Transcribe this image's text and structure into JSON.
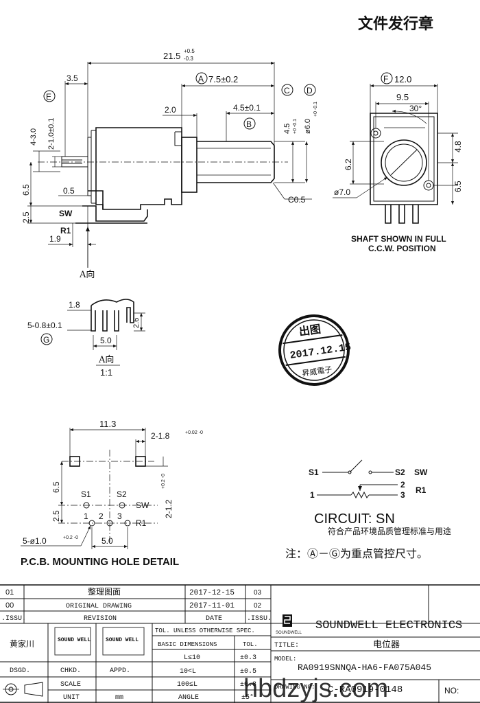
{
  "header": {
    "stamp_text": "文件发行章"
  },
  "side_view": {
    "dim_overall": "21.5",
    "dim_overall_tol_upper": "+0.5",
    "dim_overall_tol_lower": "-0.3",
    "dim_3_5": "3.5",
    "dim_a": "7.5±0.2",
    "dim_2_0": "2.0",
    "dim_b": "4.5±0.1",
    "dim_c": "4.5",
    "dim_c_tol": "+0 -0.1",
    "dim_d": "ø6.0",
    "dim_d_tol": "+0 -0.1",
    "dim_e": "2-1.0±0.1",
    "dim_4_3": "4-3.0",
    "dim_6_5": "6.5",
    "dim_0_5": "0.5",
    "dim_2_5": "2.5",
    "dim_1_9": "1.9",
    "chamfer": "C0.5",
    "label_sw": "SW",
    "label_r1": "R1",
    "view_arrow": "A向",
    "marker_a": "A",
    "marker_b": "B",
    "marker_c": "C",
    "marker_d": "D",
    "marker_e": "E"
  },
  "front_view": {
    "dim_f": "12.0",
    "marker_f": "F",
    "dim_9_5": "9.5",
    "dim_angle": "30°",
    "dim_4_8": "4.8",
    "dim_6_2": "6.2",
    "dim_6_5": "6.5",
    "dim_shaft": "ø7.0",
    "note_line1": "SHAFT SHOWN IN FULL",
    "note_line2": "C.C.W. POSITION"
  },
  "a_view": {
    "dim_1_8": "1.8",
    "dim_pins": "5-0.8±0.1",
    "marker_g": "G",
    "dim_5_0": "5.0",
    "dim_2_6": "2.6",
    "title": "A向",
    "scale": "1:1"
  },
  "stamp": {
    "top": "出图",
    "date": "2017.12.15",
    "bottom": "昇威電子"
  },
  "pcb": {
    "dim_11_3": "11.3",
    "dim_slots": "2-1.8",
    "dim_slots_tol": "+0.02 -0",
    "dim_6_5": "6.5",
    "dim_2_5": "2.5",
    "dim_5_0": "5.0",
    "dim_slot_w": "2-1.2",
    "dim_slot_w_tol": "+0.2 -0",
    "dim_holes": "5-ø1.0",
    "dim_holes_tol": "+0.2 -0",
    "s1": "S1",
    "s2": "S2",
    "sw": "SW",
    "r1": "R1",
    "p1": "1",
    "p2": "2",
    "p3": "3",
    "title": "P.C.B.  MOUNTING HOLE DETAIL"
  },
  "circuit": {
    "s1": "S1",
    "s2": "S2",
    "sw": "SW",
    "n1": "1",
    "n2": "2",
    "n3": "3",
    "r1": "R1",
    "title": "CIRCUIT:  SN",
    "compliance": "符合产品环境品质管理标准与用途",
    "note": "注：Ⓐ－Ⓖ为重点管控尺寸。"
  },
  "title_block": {
    "rev_rows": [
      {
        "rev": "01",
        "desc": "整理图面",
        "date": "2017-12-15",
        "issu": "03"
      },
      {
        "rev": "00",
        "desc": "ORIGINAL  DRAWING",
        "date": "2017-11-01",
        "issu": "02"
      }
    ],
    "head_issu": ".ISSU.",
    "head_revision": "REVISION",
    "head_date": "DATE",
    "head_issu2": ".ISSU.",
    "designer": "黄家川",
    "sig1": "SOUND WELL",
    "sig2": "SOUND WELL",
    "tol_header": "TOL. UNLESS OTHERWISE SPEC.",
    "basic_dim": "BASIC DIMENSIONS",
    "tol": "TOL.",
    "tol_rows": [
      {
        "dim": "L≤10",
        "tol": "±0.3"
      },
      {
        "dim": "10<L",
        "tol": "±0.5"
      },
      {
        "dim": "100≤L",
        "tol": "±0.8"
      }
    ],
    "angle_label": "ANGLE",
    "angle_tol": "±5°",
    "dsgd": "DSGD.",
    "chkd": "CHKD.",
    "appd": "APPD.",
    "scale": "SCALE",
    "unit": "UNIT",
    "unit_val": "mm",
    "company": "SOUNDWELL ELECTRONICS",
    "logo_text": "SOUNDWELL",
    "title_label": "TITLE:",
    "title_val": "电位器",
    "model_label": "MODEL:",
    "model_val": "RA0919SNNQA-HA6-FA075A045",
    "drawing_label": "DRAWING NO:",
    "drawing_val": "C-RA0919-0148",
    "no_label": "NO:",
    "watermark": "hbdzyjs.com"
  }
}
